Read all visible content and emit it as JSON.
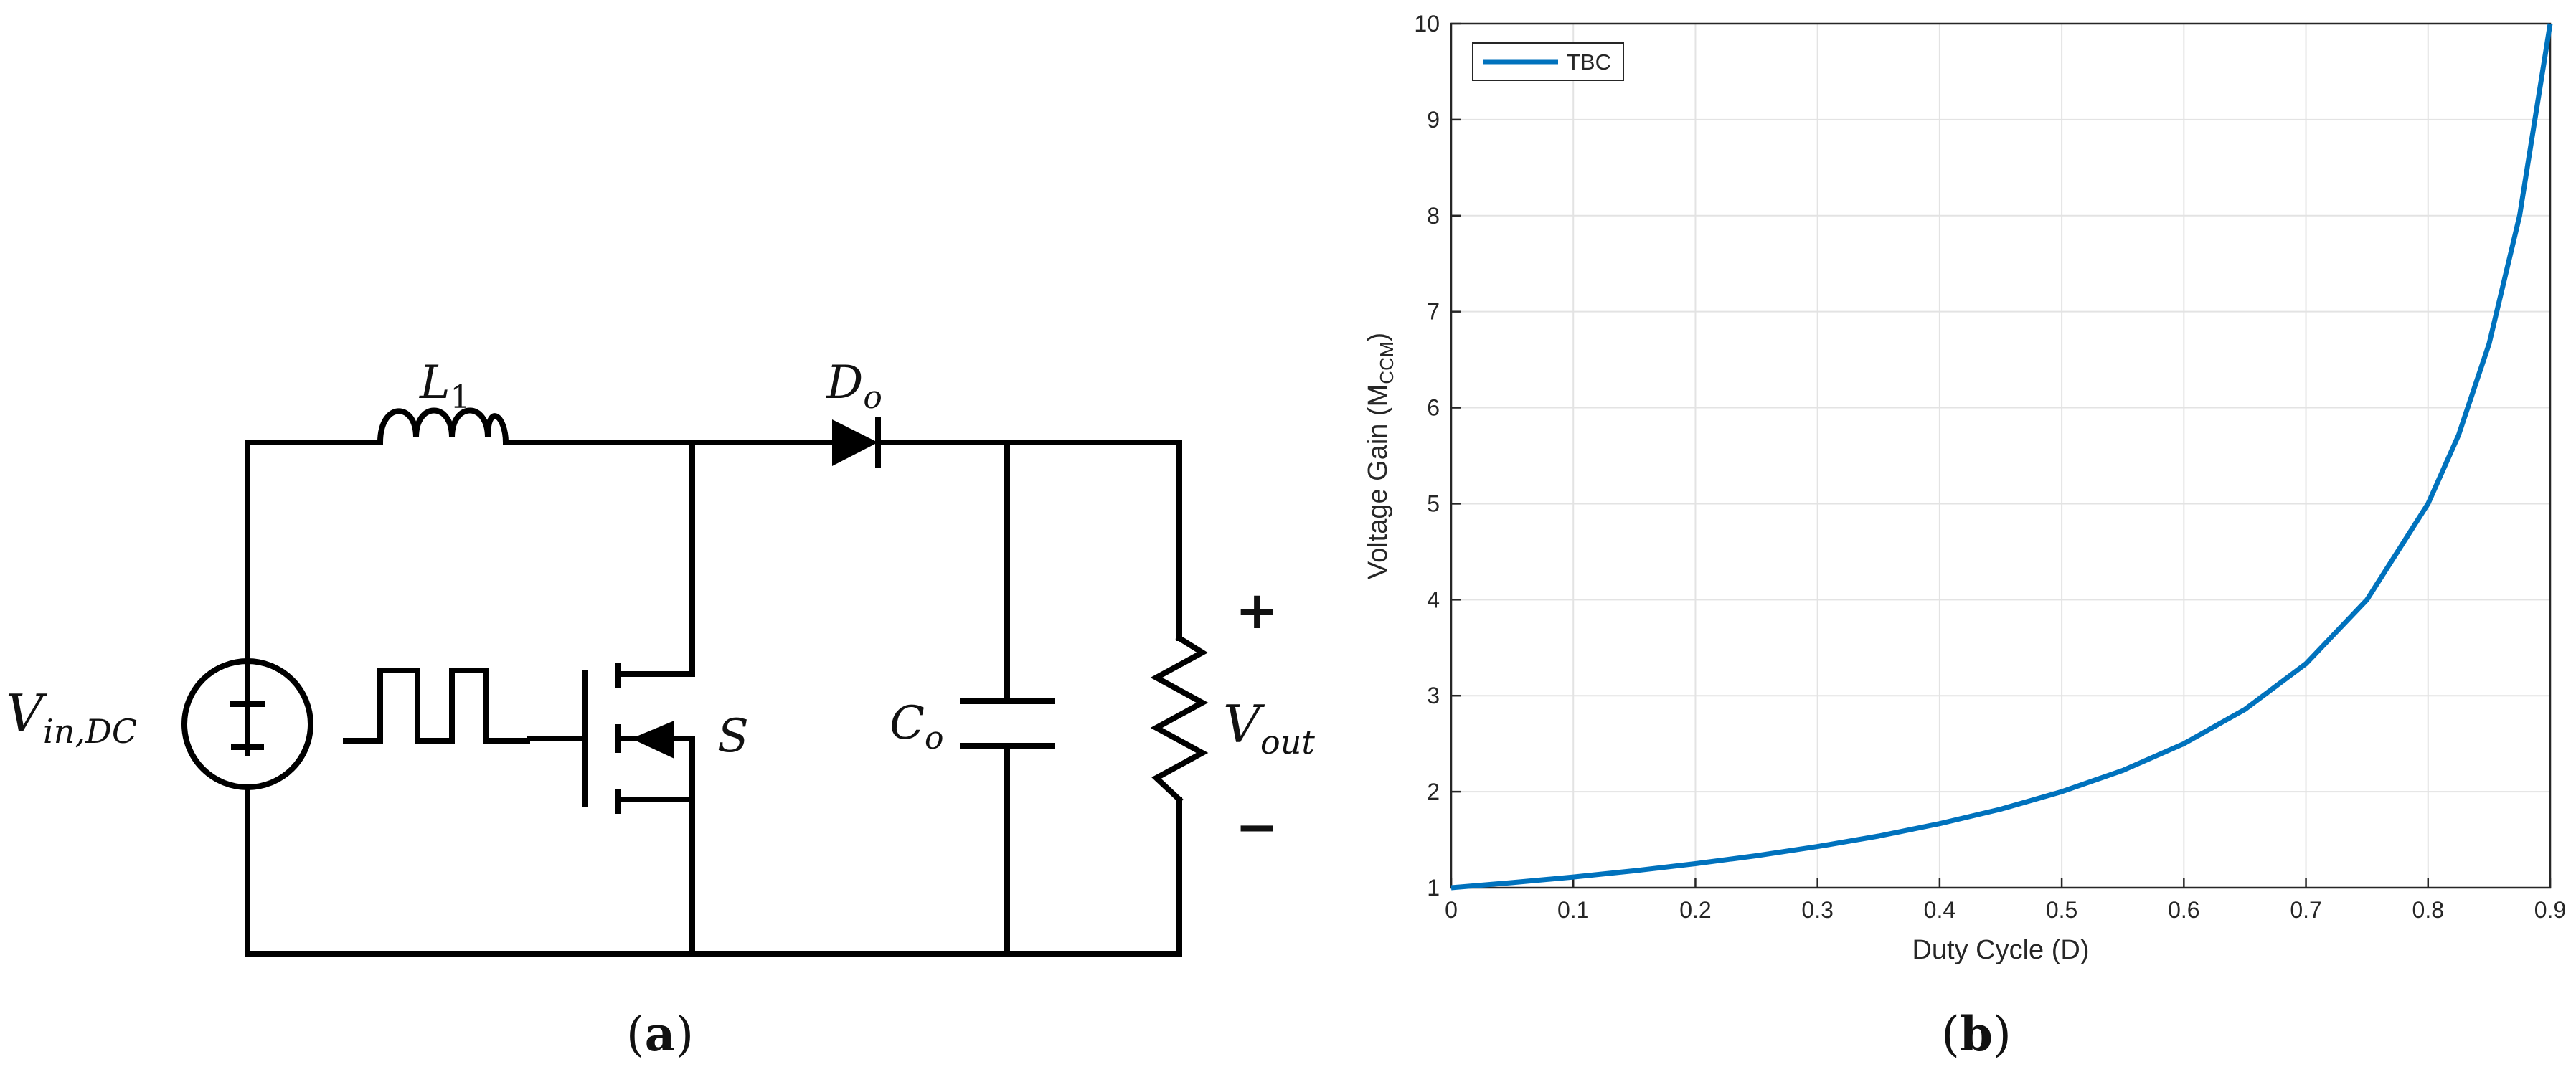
{
  "panel_a": {
    "caption_letter": "a",
    "labels": {
      "inductor": "L",
      "inductor_sub": "1",
      "diode": "D",
      "diode_sub": "o",
      "switch": "S",
      "capacitor": "C",
      "capacitor_sub": "o",
      "vin": "V",
      "vin_sub": "in,DC",
      "vout": "V",
      "vout_sub": "out",
      "plus": "+",
      "minus": "−"
    }
  },
  "panel_b": {
    "caption_letter": "b",
    "legend_label": "TBC",
    "xlabel": "Duty Cycle (D)",
    "ylabel": "Voltage Gain (M",
    "ylabel_sub": "CCM",
    "ylabel_close": ")"
  },
  "chart_data": {
    "type": "line",
    "xlabel": "Duty Cycle (D)",
    "ylabel": "Voltage Gain (MCCM)",
    "xlim": [
      0,
      0.9
    ],
    "ylim": [
      1,
      10
    ],
    "xticks": [
      "0",
      "0.1",
      "0.2",
      "0.3",
      "0.4",
      "0.5",
      "0.6",
      "0.7",
      "0.8",
      "0.9"
    ],
    "yticks": [
      "1",
      "2",
      "3",
      "4",
      "5",
      "6",
      "7",
      "8",
      "9",
      "10"
    ],
    "grid": true,
    "legend": "top-left",
    "series": [
      {
        "name": "TBC",
        "color": "#0072bd",
        "x": [
          0,
          0.05,
          0.1,
          0.15,
          0.2,
          0.25,
          0.3,
          0.35,
          0.4,
          0.45,
          0.5,
          0.55,
          0.6,
          0.65,
          0.7,
          0.75,
          0.8,
          0.825,
          0.85,
          0.875,
          0.9
        ],
        "y": [
          1,
          1.053,
          1.111,
          1.176,
          1.25,
          1.333,
          1.429,
          1.538,
          1.667,
          1.818,
          2,
          2.222,
          2.5,
          2.857,
          3.333,
          4,
          5,
          5.714,
          6.667,
          8,
          10
        ]
      }
    ]
  }
}
